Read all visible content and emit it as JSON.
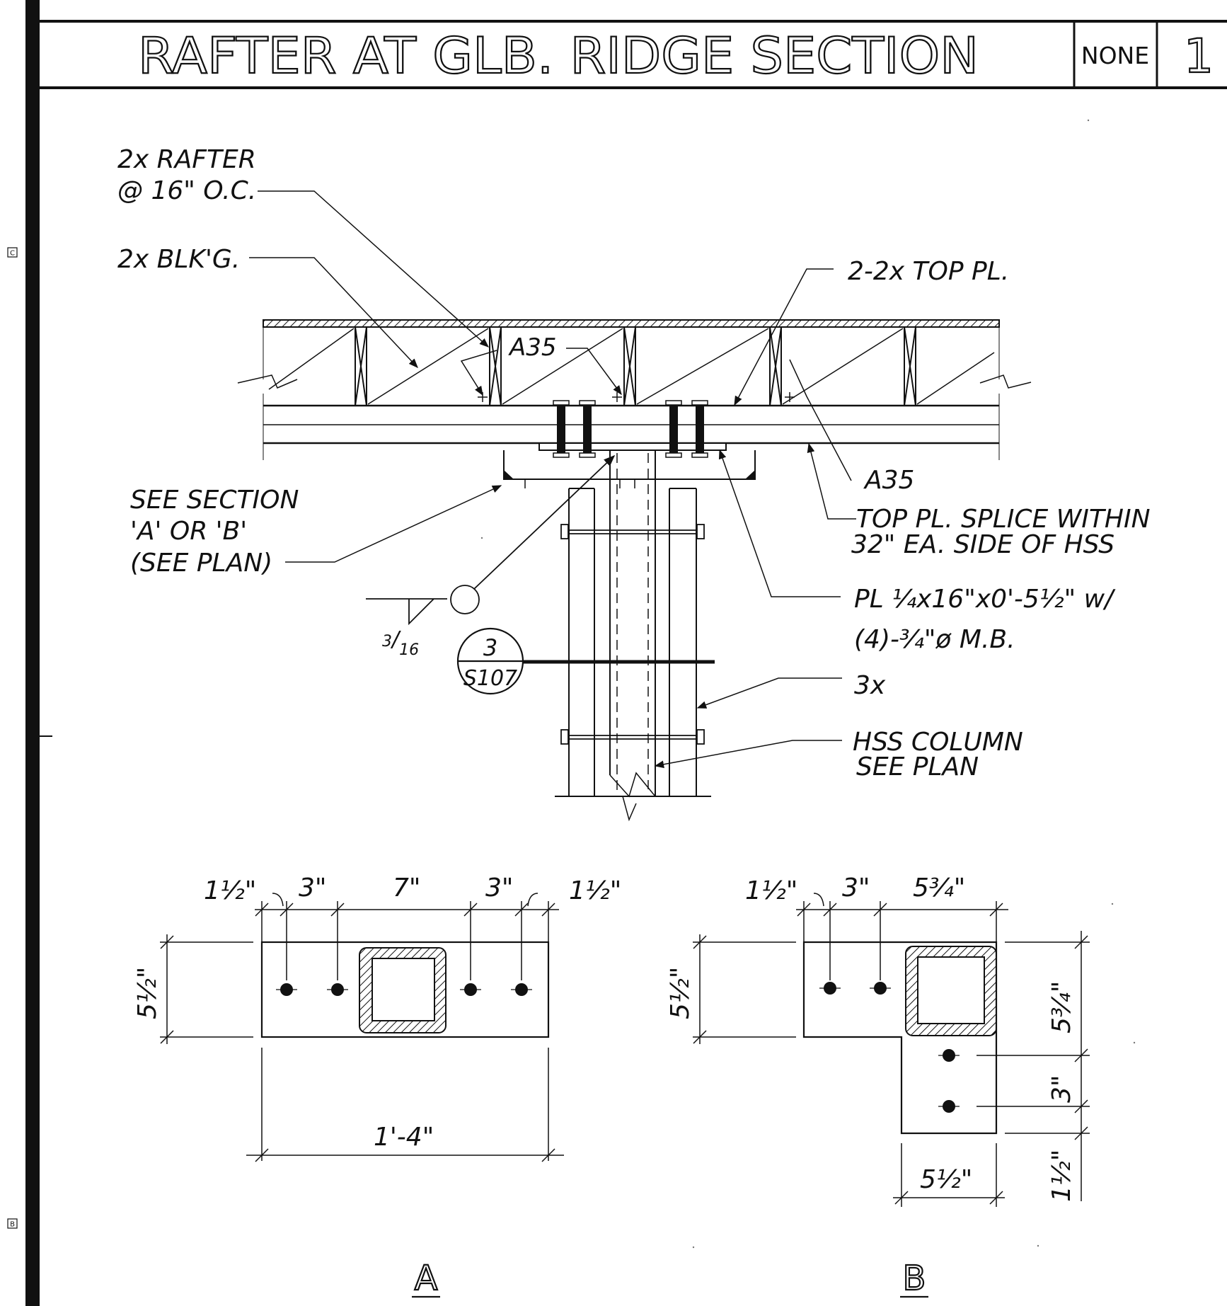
{
  "title": {
    "text": "RAFTER AT GLB. RIDGE SECTION",
    "scale": "NONE",
    "detail_number": "1"
  },
  "margin_marks": {
    "upper": "C",
    "lower": "B"
  },
  "section": {
    "notes": {
      "rafter_line1": "2x RAFTER",
      "rafter_line2": "@ 16\" O.C.",
      "blocking": "2x BLK'G.",
      "top_plate": "2-2x TOP PL.",
      "a35_upper": "A35",
      "a35_lower": "A35",
      "see_section_1": "SEE SECTION",
      "see_section_2": "'A' OR 'B'",
      "see_section_3": "(SEE PLAN)",
      "splice_1": "TOP PL. SPLICE WITHIN",
      "splice_2": "32\" EA. SIDE OF HSS",
      "plate_1": "PL ¼x16\"x0'-5½\" w/",
      "plate_2": "(4)-¾\"ø M.B.",
      "threex": "3x",
      "hss_1": "HSS COLUMN",
      "hss_2": "SEE PLAN",
      "weld": "3/16"
    },
    "callout": {
      "number": "3",
      "sheet": "S107"
    }
  },
  "plan_a": {
    "label": "A",
    "top_dims": [
      "1½\"",
      "3\"",
      "7\"",
      "3\"",
      "1½\""
    ],
    "side_dim": "5½\"",
    "overall_dim": "1'-4\""
  },
  "plan_b": {
    "label": "B",
    "top_dims": [
      "1½\"",
      "3\"",
      "5¾\""
    ],
    "left_dim": "5½\"",
    "right_dims": [
      "5¾\"",
      "3\"",
      "1½\""
    ],
    "bottom_dim": "5½\""
  }
}
